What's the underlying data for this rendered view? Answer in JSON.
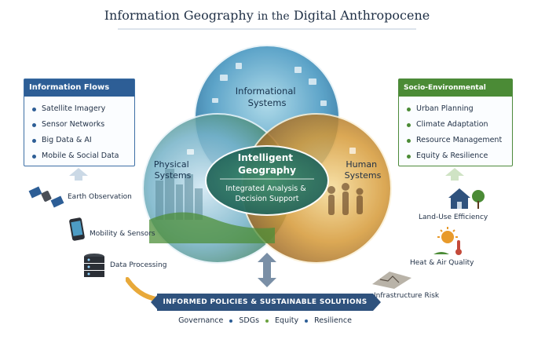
{
  "title": {
    "main_a": "Information Geography",
    "main_b": "in the",
    "main_c": "Digital Anthropocene"
  },
  "information_flows": {
    "header": "Information Flows",
    "items": [
      "Satellite Imagery",
      "Sensor Networks",
      "Big Data & AI",
      "Mobile & Social Data"
    ]
  },
  "outcomes": {
    "header": "Socio-Environmental Outcomes",
    "items": [
      "Urban Planning",
      "Climate Adaptation",
      "Resource Management",
      "Equity & Resilience"
    ]
  },
  "circles": {
    "informational": "Informational Systems",
    "physical": "Physical Systems",
    "human": "Human Systems",
    "center_title": "Intelligent Geography",
    "center_sub": "Integrated Analysis & Decision Support"
  },
  "left_sources": [
    "Earth Observation",
    "Mobility & Sensors",
    "Data Processing"
  ],
  "right_effects": [
    "Land-Use Efficiency",
    "Heat & Air Quality",
    "Infrastructure Risk"
  ],
  "bottom": {
    "banner": "INFORMED POLICIES & SUSTAINABLE SOLUTIONS",
    "items": [
      "Governance",
      "SDGs",
      "Equity",
      "Resilience"
    ]
  },
  "colors": {
    "blue": "#2d5e96",
    "green": "#4b8b36",
    "gold": "#d89a2b",
    "navy": "#2f527d"
  },
  "icons": [
    "satellite-icon",
    "smartphone-icon",
    "database-icon",
    "house-trees-icon",
    "sun-thermometer-icon",
    "cracked-ground-icon"
  ]
}
